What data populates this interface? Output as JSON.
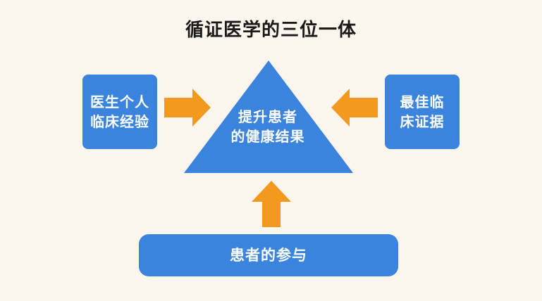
{
  "title": "循证医学的三位一体",
  "center": {
    "line1": "提升患者",
    "line2": "的健康结果"
  },
  "left_box": {
    "line1": "医生个人",
    "line2": "临床经验"
  },
  "right_box": {
    "line1": "最佳临",
    "line2": "床证据"
  },
  "bottom_box": {
    "label": "患者的参与"
  },
  "colors": {
    "background": "#fdf6ee",
    "box_blue": "#3a84de",
    "arrow_orange": "#f39a1e",
    "text_white": "#ffffff",
    "title_black": "#1a1a1a"
  }
}
